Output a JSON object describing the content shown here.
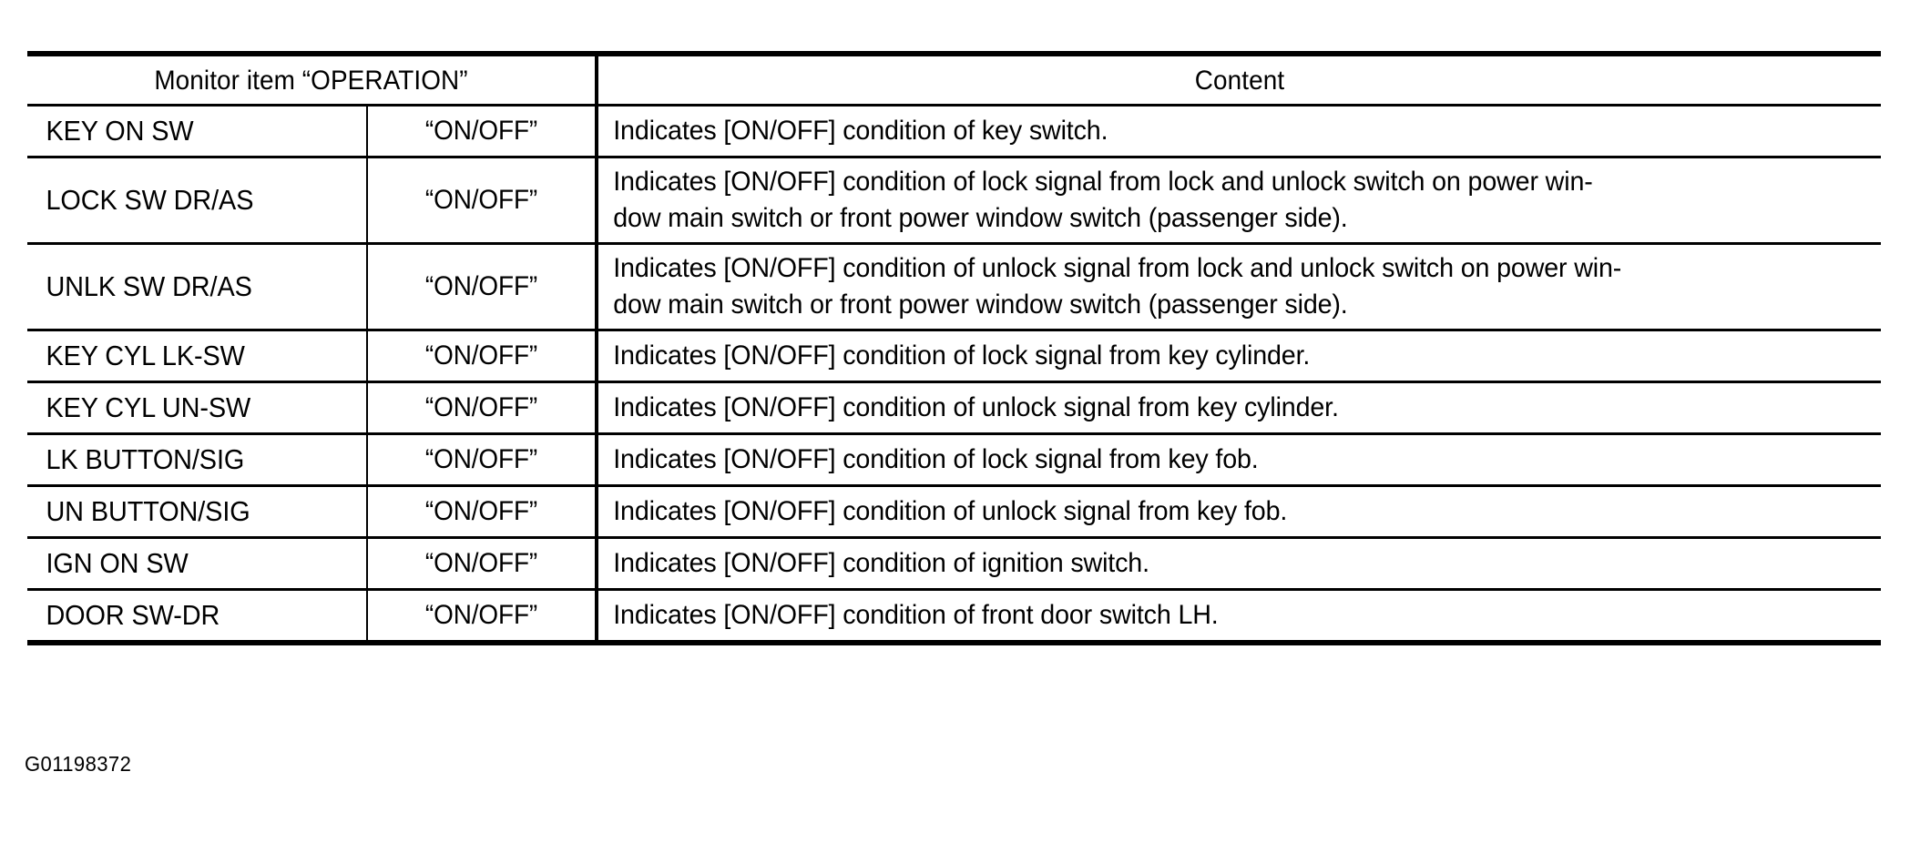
{
  "figure": {
    "code": "G01198372"
  },
  "table": {
    "headers": {
      "left_group": "Monitor item “OPERATION”",
      "content": "Content"
    },
    "rows": [
      {
        "name": "KEY ON SW",
        "operation": "“ON/OFF”",
        "content_lines": [
          "Indicates [ON/OFF] condition of key switch."
        ],
        "height": "single"
      },
      {
        "name": "LOCK SW DR/AS",
        "operation": "“ON/OFF”",
        "content_lines": [
          "Indicates [ON/OFF] condition of lock signal from lock and unlock switch on power win-",
          "dow main switch or front power window switch (passenger side)."
        ],
        "height": "double"
      },
      {
        "name": "UNLK SW DR/AS",
        "operation": "“ON/OFF”",
        "content_lines": [
          "Indicates [ON/OFF] condition of unlock signal from lock and unlock switch on power win-",
          "dow main switch or front power window switch (passenger side)."
        ],
        "height": "double"
      },
      {
        "name": "KEY CYL LK-SW",
        "operation": "“ON/OFF”",
        "content_lines": [
          "Indicates [ON/OFF] condition of lock signal from key cylinder."
        ],
        "height": "single"
      },
      {
        "name": "KEY CYL UN-SW",
        "operation": "“ON/OFF”",
        "content_lines": [
          "Indicates [ON/OFF] condition of unlock signal from key cylinder."
        ],
        "height": "single"
      },
      {
        "name": "LK BUTTON/SIG",
        "operation": "“ON/OFF”",
        "content_lines": [
          "Indicates [ON/OFF] condition of lock signal from key fob."
        ],
        "height": "single"
      },
      {
        "name": "UN BUTTON/SIG",
        "operation": "“ON/OFF”",
        "content_lines": [
          "Indicates [ON/OFF] condition of unlock signal from key fob."
        ],
        "height": "single"
      },
      {
        "name": "IGN ON SW",
        "operation": "“ON/OFF”",
        "content_lines": [
          "Indicates [ON/OFF] condition of ignition switch."
        ],
        "height": "single"
      },
      {
        "name": "DOOR SW-DR",
        "operation": "“ON/OFF”",
        "content_lines": [
          "Indicates [ON/OFF] condition of front door switch LH."
        ],
        "height": "single"
      }
    ]
  },
  "colors": {
    "ink": "#000000",
    "paper": "#ffffff"
  }
}
